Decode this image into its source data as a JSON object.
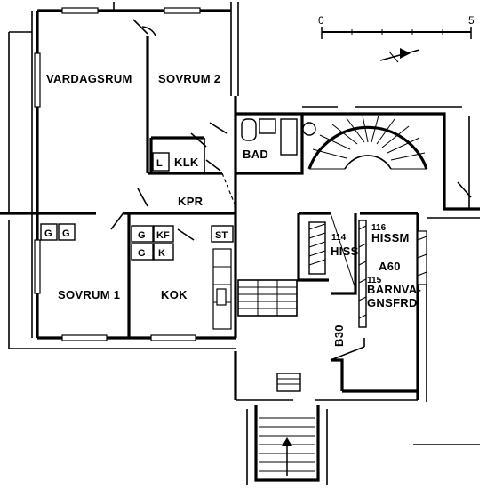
{
  "rooms": {
    "vardagsrum": "VARDAGSRUM",
    "sovrum2": "SOVRUM 2",
    "sovrum1": "SOVRUM 1",
    "kok": "KOK",
    "kpr": "KPR",
    "bad": "BAD",
    "klk": "KLK",
    "hiss": "HISS",
    "hissm": "HISSM",
    "barnvagnsforrad_line1": "BARNVA-",
    "barnvagnsforrad_line2": "GNSFRD"
  },
  "fixtures": {
    "l": "L",
    "g1": "G",
    "g2": "G",
    "g3": "G",
    "g4": "G",
    "kf": "KF",
    "k": "K",
    "st": "ST"
  },
  "tags": {
    "n114": "114",
    "n116": "116",
    "n115": "115",
    "a60": "A60",
    "b30": "B30"
  },
  "scale": {
    "zero": "0",
    "five": "5"
  }
}
